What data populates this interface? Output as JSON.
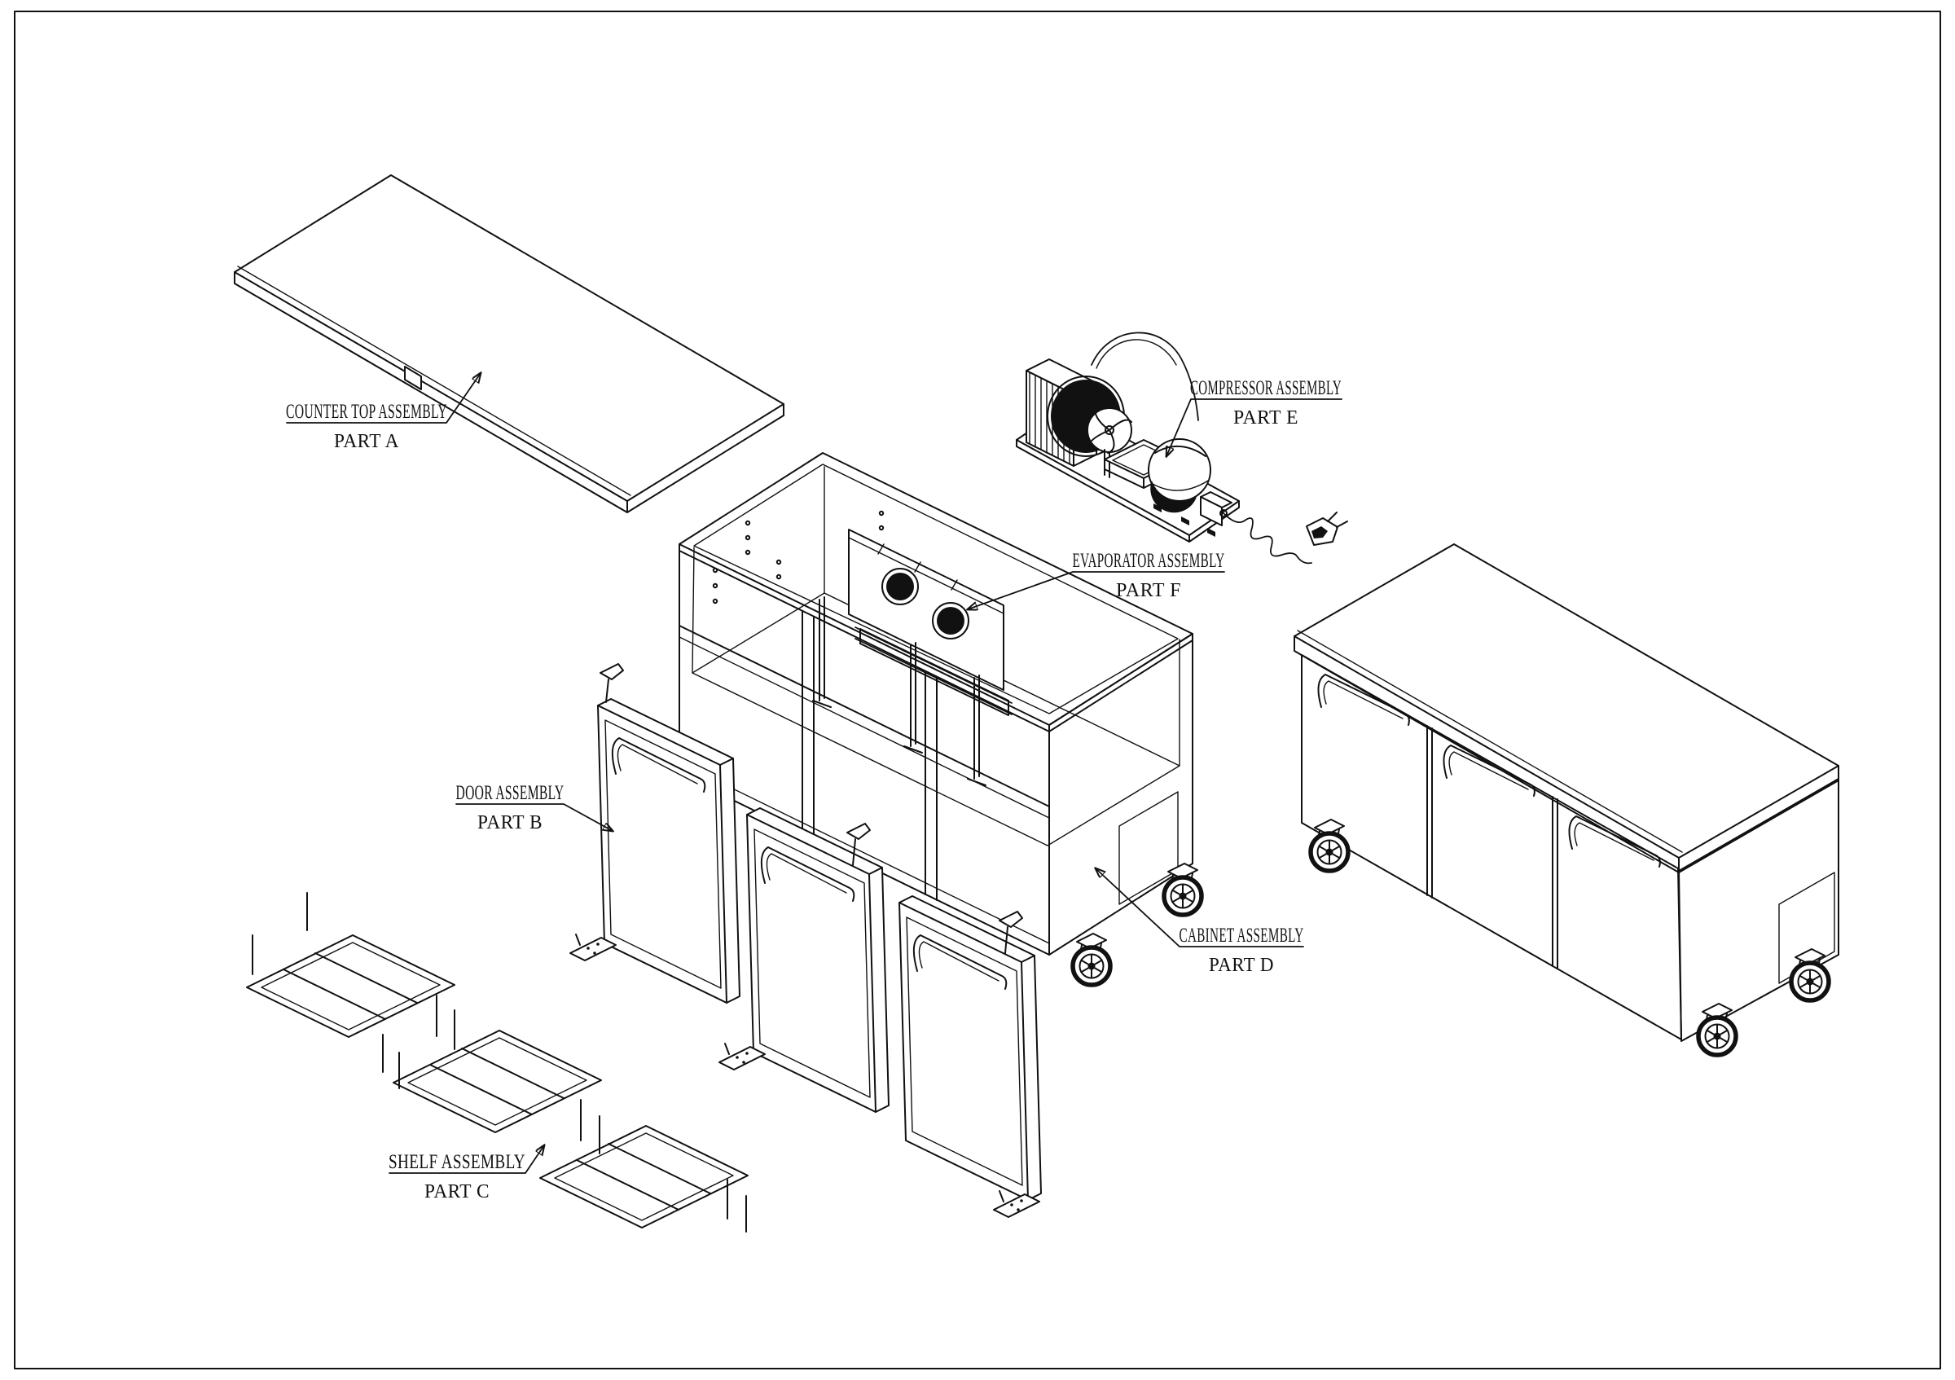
{
  "page": {
    "background": "#ffffff",
    "ink_color": "#111111",
    "border": "single rectangular frame"
  },
  "diagram": {
    "kind": "exploded-parts-diagram",
    "subject": "three-door undercounter refrigerated counter",
    "callouts": {
      "counter_top": {
        "line1": "COUNTER TOP ASSEMBLY",
        "line2": "PART A"
      },
      "door": {
        "line1": "DOOR ASSEMBLY",
        "line2": "PART B"
      },
      "shelf": {
        "line1": "SHELF ASSEMBLY",
        "line2": "PART C"
      },
      "cabinet": {
        "line1": "CABINET ASSEMBLY",
        "line2": "PART D"
      },
      "compressor": {
        "line1": "COMPRESSOR ASSEMBLY",
        "line2": "PART E"
      },
      "evaporator": {
        "line1": "EVAPORATOR ASSEMBLY",
        "line2": "PART F"
      }
    }
  }
}
